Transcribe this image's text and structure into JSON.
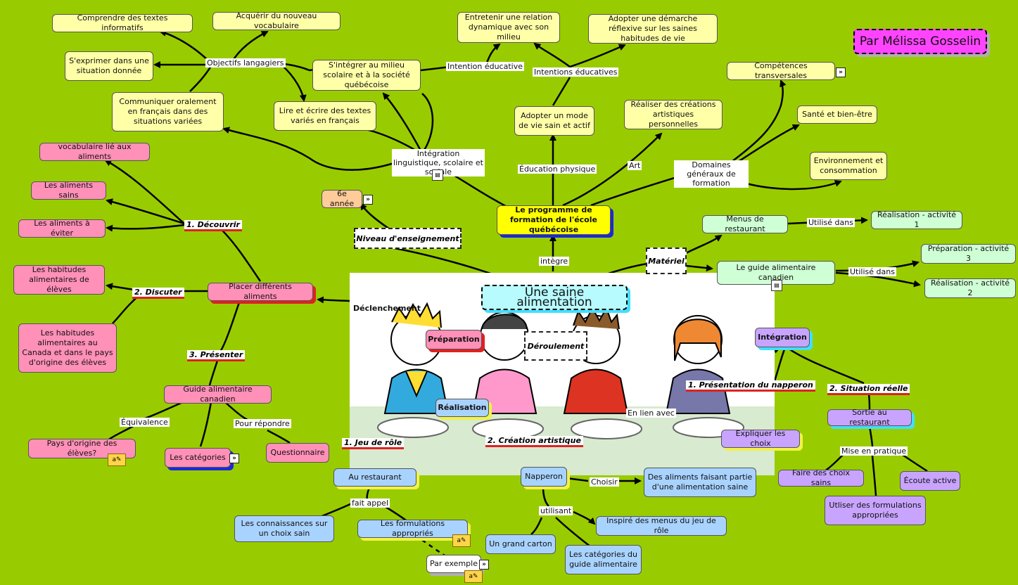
{
  "author": "Par Mélissa Gosselin",
  "central_topic": "Une saine alimentation",
  "program": "Le programme de formation de l'école québécoise",
  "nodes": {
    "comprendre": "Comprendre des textes informatifs",
    "vocabulaire": "Acquérir du nouveau vocabulaire",
    "exprimer": "S'exprimer dans une situation donnée",
    "communiquer": "Communiquer oralement en français dans des situations variées",
    "lire": "Lire et écrire des textes variés en français",
    "integrer": "S'intégrer au milieu scolaire et à la société québécoise",
    "relation": "Entretenir une relation dynamique avec son milieu",
    "reflexive": "Adopter une démarche réflexive sur les saines habitudes de vie",
    "mode_vie": "Adopter un mode de vie sain et actif",
    "creations": "Réaliser des créations artistiques personnelles",
    "competences": "Compétences transversales",
    "sante": "Santé et bien-être",
    "environnement": "Environnement et consommation",
    "sixieme": "6e année",
    "menus": "Menus de restaurant",
    "real1": "Réalisation - activité 1",
    "guide_can": "Le guide alimentaire canadien",
    "prep3": "Préparation - activité 3",
    "real2": "Réalisation - activité 2",
    "vocab_aliments": "vocabulaire lié aux aliments",
    "sains": "Les aliments sains",
    "eviter": "Les aliments à éviter",
    "habitudes_eleves": "Les habitudes alimentaires de élèves",
    "habitudes_canada": "Les habitudes alimentaires au Canada et dans le pays d'origine des élèves",
    "placer": "Placer différents aliments",
    "guide_alim": "Guide alimentaire canadien",
    "pays": "Pays d'origine des élèves?",
    "categories": "Les catégories",
    "questionnaire": "Questionnaire",
    "preparation": "Préparation",
    "realisation": "Réalisation",
    "integration": "Intégration",
    "expliquer": "Expliquer les choix",
    "sortie": "Sortie au restaurant",
    "faire_choix": "Faire des choix sains",
    "ecoute": "Écoute active",
    "formulations_app": "Utliser des formulations appropriées",
    "au_restaurant": "Au restaurant",
    "connaissances": "Les connaissances sur un choix sain",
    "formulations": "Les formulations appropriés",
    "par_exemple": "Par exemple",
    "napperon": "Napperon",
    "aliments_saine": "Des aliments faisant partie d'une alimentation saine",
    "inspire": "Inspiré des menus du jeu de rôle",
    "grand_carton": "Un grand carton",
    "categories_guide": "Les catégories du guide alimentaire"
  },
  "labels": {
    "objectifs": "Objectifs langagiers",
    "intention": "Intention éducative",
    "intentions": "Intentions éducatives",
    "integration_ling": "Intégration linguistique, scolaire et sociale",
    "education": "Éducation physique",
    "art": "Art",
    "domaines": "Domaines généraux de formation",
    "integre": "intègre",
    "utilise1": "Utilisé dans",
    "utilise2": "Utilisé dans",
    "declenchement": "Déclenchement",
    "equivalence": "Équivalence",
    "pour_repondre": "Pour répondre",
    "mise_pratique": "Mise en pratique",
    "fait_appel": "fait appel",
    "choisir": "Choisir",
    "utilisant": "utilisant",
    "en_lien": "En lien avec"
  },
  "sections": {
    "decouvrir": "1. Découvrir",
    "discuter": "2. Discuter",
    "presenter": "3. Présenter",
    "jeu_role": "1. Jeu de rôle",
    "creation": "2. Création artistique",
    "presentation_napperon": "1. Présentation du napperon",
    "situation_reelle": "2. Situation réelle"
  },
  "dashed": {
    "niveau": "Niveau d'enseignement",
    "materiel": "Matériel",
    "deroulement": "Déroulement"
  },
  "icons": {
    "more": "chevron-double-right-icon",
    "memo": "memo-icon",
    "note": "note-icon"
  },
  "colors": {
    "background": "#99cc00",
    "yellow": "#ffffa8",
    "pink": "#ff90b8",
    "blue": "#a9d3ff",
    "green": "#cfffd5",
    "purple": "#c8a4ff",
    "author": "#ff44ff"
  }
}
